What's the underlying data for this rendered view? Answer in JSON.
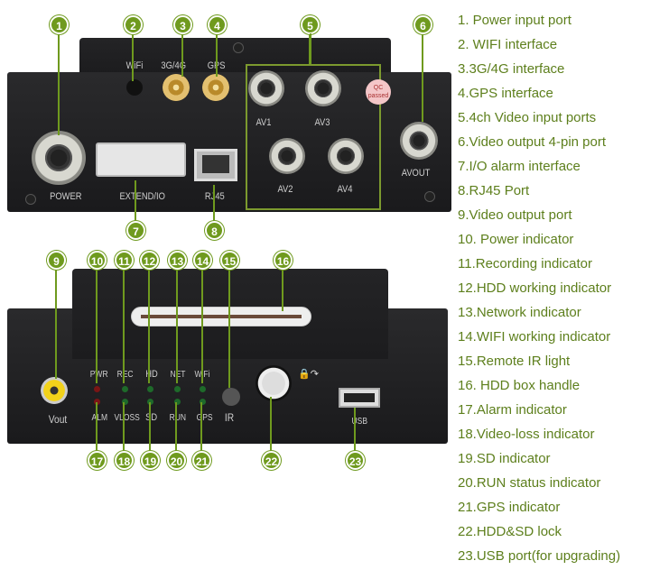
{
  "device_labels": {
    "wifi": "WiFi",
    "g34": "3G/4G",
    "gps": "GPS",
    "av1": "AV1",
    "av2": "AV2",
    "av3": "AV3",
    "av4": "AV4",
    "avout": "AVOUT",
    "power": "POWER",
    "extend": "EXTEND/IO",
    "rj45": "RJ45",
    "qc": "QC passed",
    "vout": "Vout",
    "pwr": "PWR",
    "rec": "REC",
    "hd": "HD",
    "net": "NET",
    "wifi2": "WiFi",
    "alm": "ALM",
    "vloss": "VLOSS",
    "sd": "SD",
    "run": "RUN",
    "gps2": "GPS",
    "ir": "IR",
    "usb": "USB"
  },
  "callouts": [
    "1",
    "2",
    "3",
    "4",
    "5",
    "6",
    "7",
    "8",
    "9",
    "10",
    "11",
    "12",
    "13",
    "14",
    "15",
    "16",
    "17",
    "18",
    "19",
    "20",
    "21",
    "22",
    "23"
  ],
  "legend": [
    "1. Power input port",
    "2. WIFI interface",
    "3.3G/4G interface",
    "4.GPS interface",
    "5.4ch Video input ports",
    "6.Video output 4-pin port",
    "7.I/O alarm interface",
    "8.RJ45 Port",
    "9.Video output port",
    "10. Power indicator",
    "11.Recording indicator",
    "12.HDD working indicator",
    "13.Network indicator",
    "14.WIFI working indicator",
    "15.Remote IR light",
    "16. HDD box handle",
    "17.Alarm indicator",
    "18.Video-loss indicator",
    "19.SD indicator",
    "20.RUN status indicator",
    "21.GPS indicator",
    "22.HDD&SD lock",
    "23.USB port(for upgrading)"
  ],
  "colors": {
    "accent": "#6f9a1e",
    "legend_text": "#5d7f1c"
  }
}
